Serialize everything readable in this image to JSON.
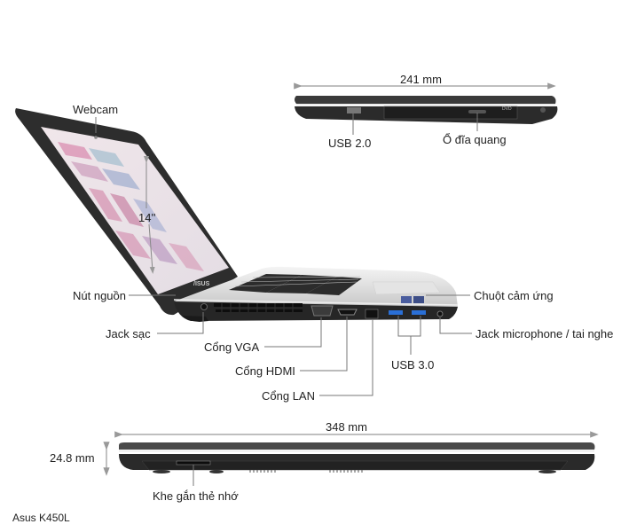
{
  "product": {
    "name": "Asus K450L"
  },
  "dimensions": {
    "depth": "241 mm",
    "width": "348 mm",
    "height": "24.8 mm",
    "screen_size": "14''"
  },
  "labels": {
    "webcam": "Webcam",
    "usb2": "USB 2.0",
    "optical_drive": "Ổ đĩa quang",
    "power_button": "Nút nguồn",
    "charger_jack": "Jack sạc",
    "vga": "Cổng VGA",
    "hdmi": "Cổng HDMI",
    "lan": "Cổng LAN",
    "usb3": "USB 3.0",
    "touchpad": "Chuột cảm ứng",
    "audio_jack": "Jack microphone / tai nghe",
    "card_slot": "Khe gắn thẻ nhớ"
  },
  "colors": {
    "line": "#777777",
    "body_dark": "#2a2a2a",
    "body_silver": "#d9d9d9",
    "usb3_blue": "#2a6fd6"
  }
}
